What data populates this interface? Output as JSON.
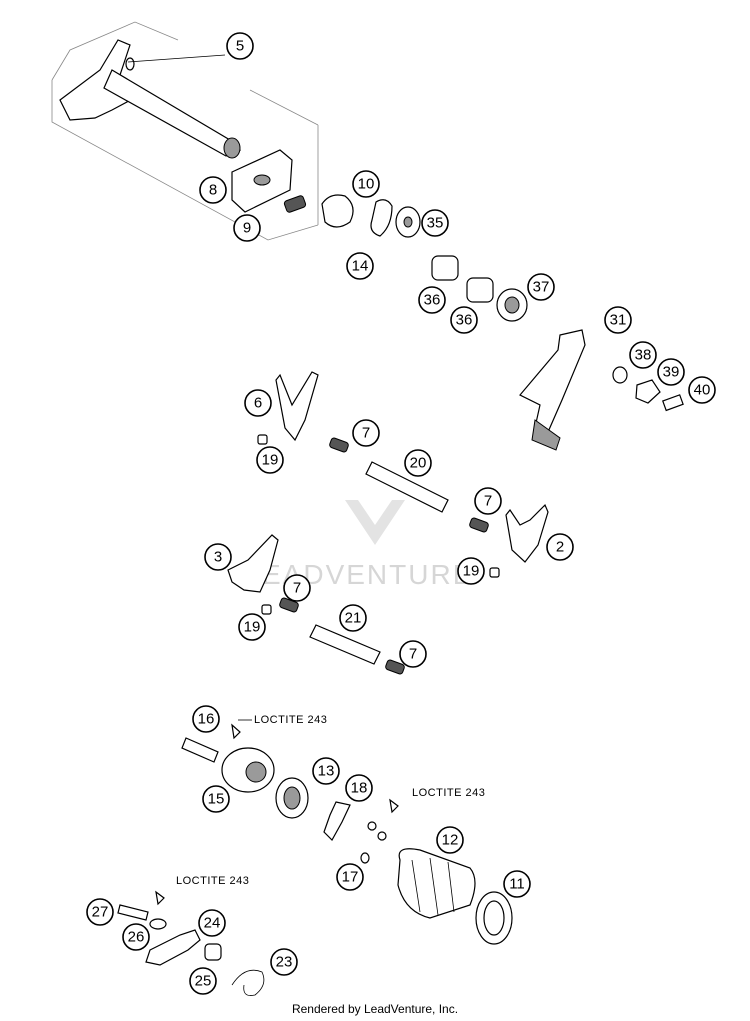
{
  "callouts": [
    {
      "id": "c5",
      "label": "5"
    },
    {
      "id": "c8",
      "label": "8"
    },
    {
      "id": "c9",
      "label": "9"
    },
    {
      "id": "c10",
      "label": "10"
    },
    {
      "id": "c14",
      "label": "14"
    },
    {
      "id": "c35",
      "label": "35"
    },
    {
      "id": "c36a",
      "label": "36"
    },
    {
      "id": "c36b",
      "label": "36"
    },
    {
      "id": "c37",
      "label": "37"
    },
    {
      "id": "c31",
      "label": "31"
    },
    {
      "id": "c38",
      "label": "38"
    },
    {
      "id": "c39",
      "label": "39"
    },
    {
      "id": "c40",
      "label": "40"
    },
    {
      "id": "c6",
      "label": "6"
    },
    {
      "id": "c19a",
      "label": "19"
    },
    {
      "id": "c7a",
      "label": "7"
    },
    {
      "id": "c20",
      "label": "20"
    },
    {
      "id": "c7b",
      "label": "7"
    },
    {
      "id": "c2",
      "label": "2"
    },
    {
      "id": "c3",
      "label": "3"
    },
    {
      "id": "c7c",
      "label": "7"
    },
    {
      "id": "c19b",
      "label": "19"
    },
    {
      "id": "c19c",
      "label": "19"
    },
    {
      "id": "c21",
      "label": "21"
    },
    {
      "id": "c7d",
      "label": "7"
    },
    {
      "id": "c16",
      "label": "16"
    },
    {
      "id": "c15",
      "label": "15"
    },
    {
      "id": "c13",
      "label": "13"
    },
    {
      "id": "c18",
      "label": "18"
    },
    {
      "id": "c12",
      "label": "12"
    },
    {
      "id": "c17",
      "label": "17"
    },
    {
      "id": "c11",
      "label": "11"
    },
    {
      "id": "c27",
      "label": "27"
    },
    {
      "id": "c26",
      "label": "26"
    },
    {
      "id": "c24",
      "label": "24"
    },
    {
      "id": "c25",
      "label": "25"
    },
    {
      "id": "c23",
      "label": "23"
    }
  ],
  "notes": {
    "loctite1": "LOCTITE 243",
    "loctite2": "LOCTITE 243",
    "loctite3": "LOCTITE 243"
  },
  "watermark": "EADVENTURE",
  "footer": "Rendered by LeadVenture, Inc."
}
